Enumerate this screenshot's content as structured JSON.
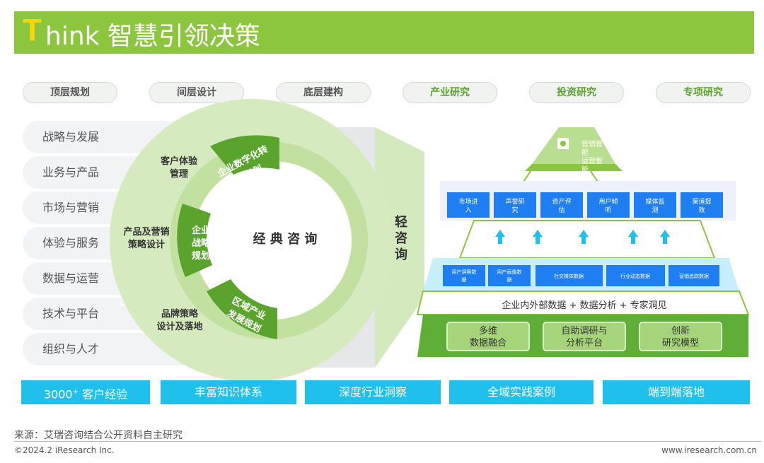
{
  "header": {
    "title_first_letter": "T",
    "title_rest": "hink 智慧引领决策"
  },
  "top_pills": [
    {
      "label": "顶层规划",
      "accent": false
    },
    {
      "label": "间层设计",
      "accent": false
    },
    {
      "label": "底层建构",
      "accent": false
    },
    {
      "label": "产业研究",
      "accent": true
    },
    {
      "label": "投资研究",
      "accent": true
    },
    {
      "label": "专项研究",
      "accent": true
    }
  ],
  "side_items": [
    "战略与发展",
    "业务与产品",
    "市场与营销",
    "体验与服务",
    "数据与运营",
    "技术与平台",
    "组织与人才"
  ],
  "circle": {
    "center_label": "经 典 咨 询",
    "segments": [
      {
        "lines": [
          "企业数字化转",
          "型规划"
        ]
      },
      {
        "lines": [
          "企业",
          "战略",
          "规划"
        ]
      },
      {
        "lines": [
          "区域产业",
          "发展规划"
        ]
      }
    ],
    "outer_labels": [
      {
        "lines": [
          "客户体验",
          "管理"
        ]
      },
      {
        "lines": [
          "产品及营销",
          "策略设计"
        ]
      },
      {
        "lines": [
          "品牌策略",
          "设计及落地"
        ]
      }
    ]
  },
  "light_consulting": [
    "轻",
    "咨",
    "询"
  ],
  "pyramid": {
    "apex": {
      "icon": "brain-chip-icon",
      "lines": [
        "营销智",
        "能",
        "运营智",
        "能"
      ]
    },
    "upper_boxes": [
      {
        "lines": [
          "市场进",
          "入"
        ]
      },
      {
        "lines": [
          "声誉研",
          "究"
        ]
      },
      {
        "lines": [
          "资产评",
          "估"
        ]
      },
      {
        "lines": [
          "用户倾",
          "听"
        ]
      },
      {
        "lines": [
          "媒体监",
          "测"
        ]
      },
      {
        "lines": [
          "渠道提",
          "效"
        ]
      }
    ],
    "lower_boxes": [
      {
        "lines": [
          "用户洞察数",
          "据"
        ]
      },
      {
        "lines": [
          "用户画像数",
          "据"
        ]
      },
      {
        "lines": [
          "社交媒体数据"
        ]
      },
      {
        "lines": [
          "行业动态数据"
        ]
      },
      {
        "lines": [
          "营销追踪数据"
        ]
      }
    ],
    "base_caption": "企业内外部数据 + 数据分析 + 专家洞见",
    "base_boxes": [
      {
        "lines": [
          "多维",
          "数据融合"
        ]
      },
      {
        "lines": [
          "自助调研与",
          "分析平台"
        ]
      },
      {
        "lines": [
          "创新",
          "研究模型"
        ]
      }
    ]
  },
  "bottom_bar": {
    "first": {
      "main": "3000",
      "sup": "+",
      "tail": " 客户经验"
    },
    "items": [
      "丰富知识体系",
      "深度行业洞察",
      "全域实践案例",
      "端到端落地"
    ]
  },
  "footer": {
    "source": "来源：艾瑞咨询结合公开资料自主研究",
    "copyright": "©2024.2 iResearch Inc.",
    "website": "www.iresearch.com.cn"
  },
  "colors": {
    "green": "#8cc63f",
    "dark_green": "#5aa32d",
    "light_green": "#cfe6b4",
    "yellow": "#ffd400",
    "blue": "#1f7ff2",
    "cyan": "#1fc1ec"
  }
}
